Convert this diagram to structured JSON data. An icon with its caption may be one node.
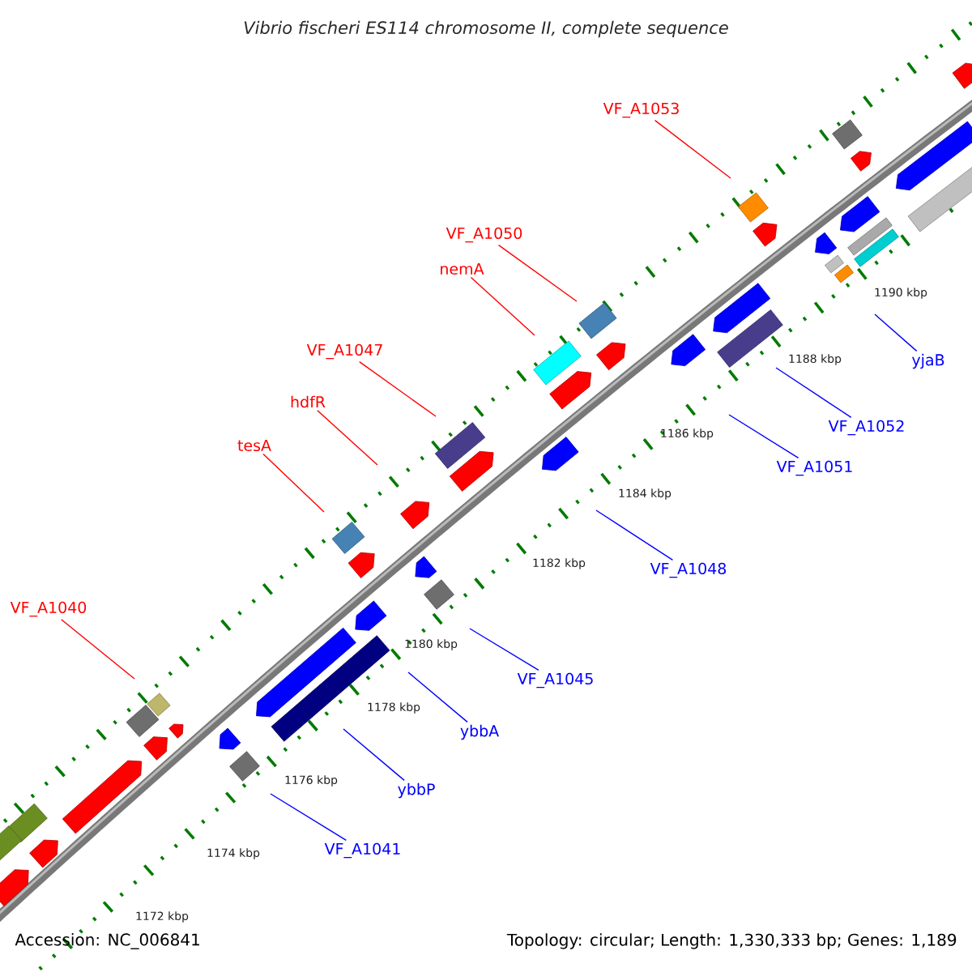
{
  "diagram": {
    "title": "Vibrio fischeri ES114 chromosome II, complete sequence",
    "nodes": [
      {
        "text": [
          "VF_A1053"
        ]
      },
      {
        "text": [
          "VF_A1050"
        ]
      },
      {
        "text": [
          "nemA"
        ]
      },
      {
        "text": [
          "VF_A1047"
        ]
      },
      {
        "text": [
          "hdfR"
        ]
      },
      {
        "text": [
          "tesA"
        ]
      },
      {
        "text": [
          "VF_A1040"
        ]
      },
      {
        "text": [
          "yjaB"
        ]
      },
      {
        "text": [
          "VF_A1052"
        ]
      },
      {
        "text": [
          "VF_A1051"
        ]
      },
      {
        "text": [
          "VF_A1048"
        ]
      },
      {
        "text": [
          "VF_A1045"
        ]
      },
      {
        "text": [
          "ybbA"
        ]
      },
      {
        "text": [
          "ybbP"
        ]
      },
      {
        "text": [
          "VF_A1041"
        ]
      }
    ],
    "edges": [
      {
        "from": 0,
        "to": null,
        "arrow": "none",
        "color": "#ff0000"
      },
      {
        "from": 1,
        "to": null,
        "arrow": "none",
        "color": "#ff0000"
      },
      {
        "from": 2,
        "to": null,
        "arrow": "none",
        "color": "#ff0000"
      },
      {
        "from": 3,
        "to": null,
        "arrow": "none",
        "color": "#ff0000"
      },
      {
        "from": 4,
        "to": null,
        "arrow": "none",
        "color": "#ff0000"
      },
      {
        "from": 5,
        "to": null,
        "arrow": "none",
        "color": "#ff0000"
      },
      {
        "from": 6,
        "to": null,
        "arrow": "none",
        "color": "#ff0000"
      },
      {
        "from": 7,
        "to": null,
        "arrow": "none"
      },
      {
        "from": 8,
        "to": null,
        "arrow": "none"
      },
      {
        "from": 9,
        "to": null,
        "arrow": "none"
      },
      {
        "from": 10,
        "to": null,
        "arrow": "none"
      },
      {
        "from": 11,
        "to": null,
        "arrow": "none"
      },
      {
        "from": 12,
        "to": null,
        "arrow": "none"
      },
      {
        "from": 13,
        "to": null,
        "arrow": "none"
      },
      {
        "from": 14,
        "to": null,
        "arrow": "none"
      }
    ],
    "labels": [
      "1172 kbp",
      "1174 kbp",
      "1176 kbp",
      "1178 kbp",
      "1180 kbp",
      "1182 kbp",
      "1184 kbp",
      "1186 kbp",
      "1188 kbp",
      "1190 kbp",
      "Accession: NC_006841",
      "Topology: circular; Length: 1,330,333 bp; Genes: 1,189"
    ]
  }
}
